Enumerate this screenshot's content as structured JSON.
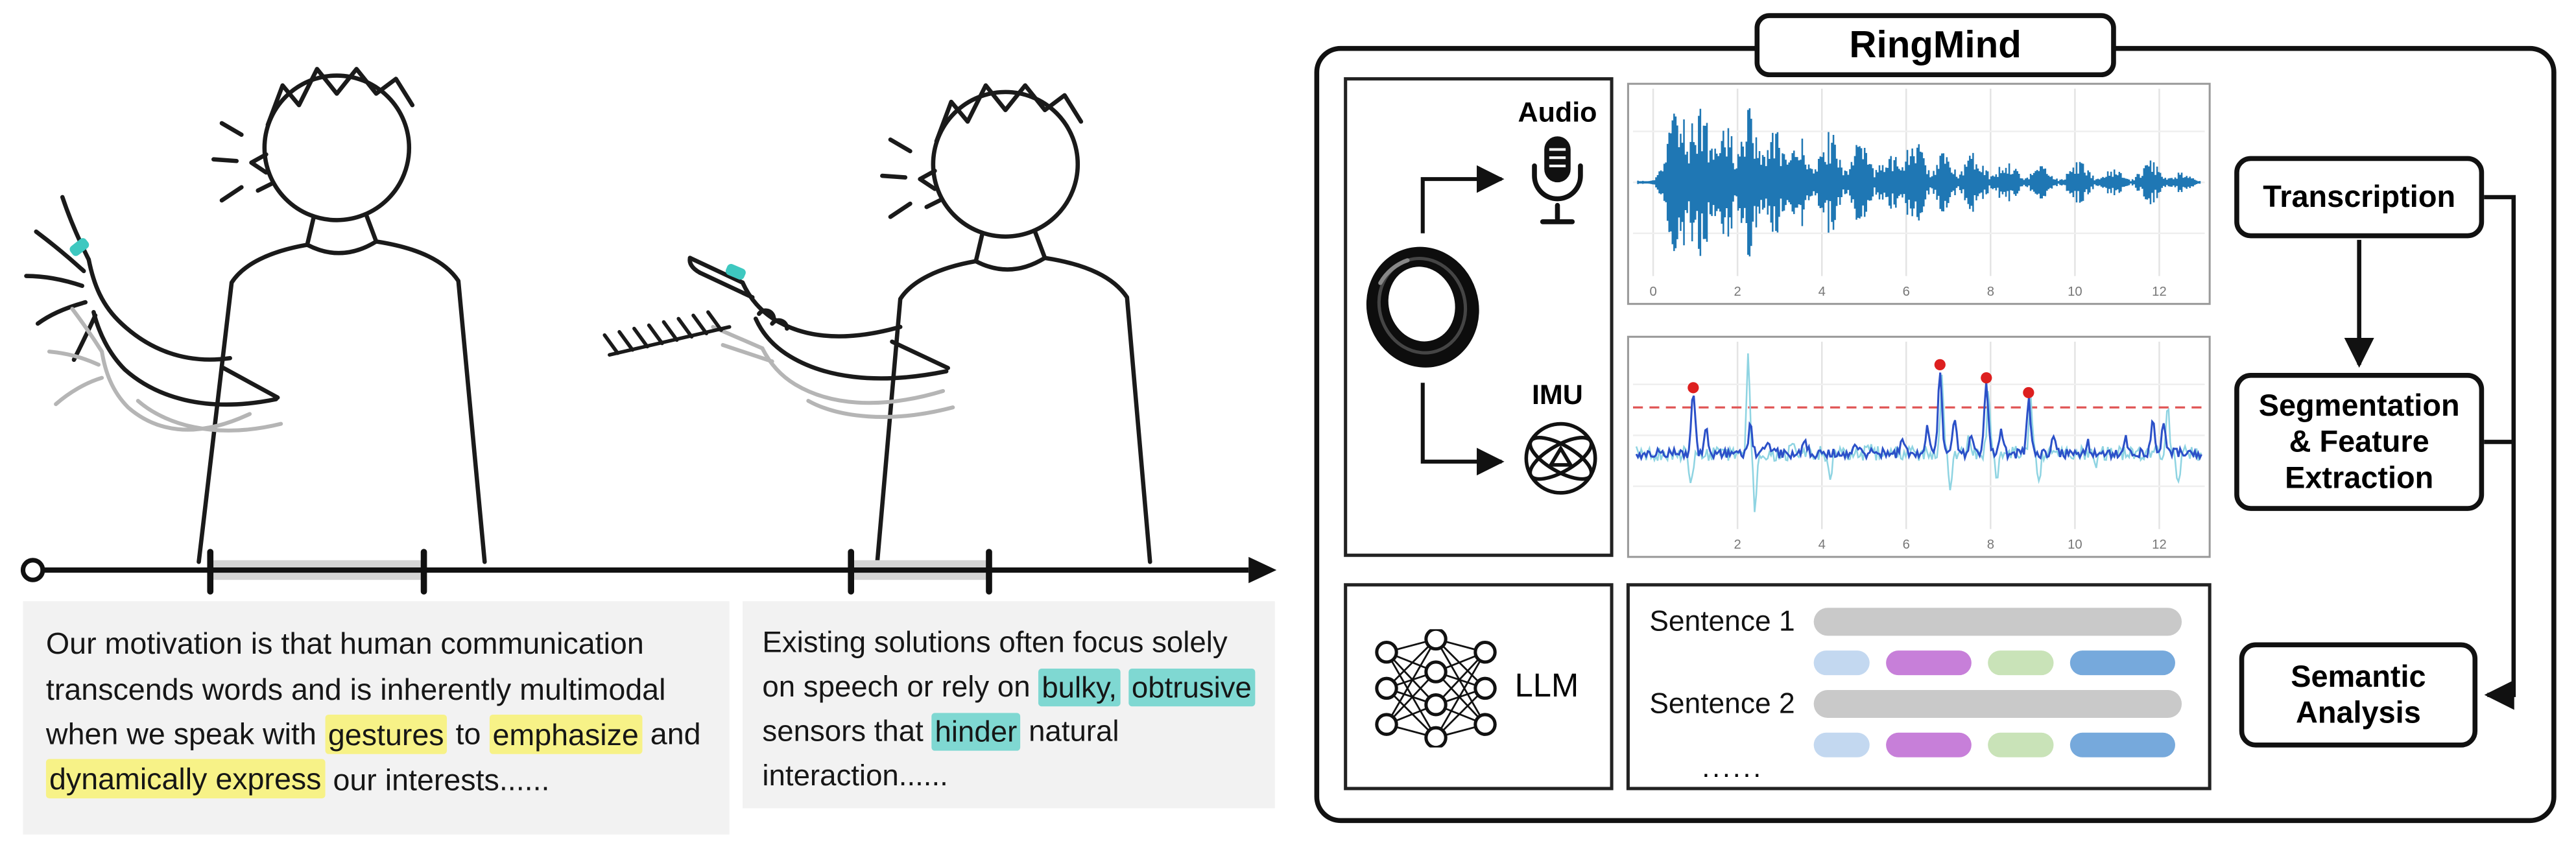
{
  "left": {
    "box1": {
      "segments": [
        {
          "text": "Our motivation is that human communication transcends words and is inherently multimodal when we speak with ",
          "highlight": null
        },
        {
          "text": "gestures",
          "highlight": "yellow"
        },
        {
          "text": " to ",
          "highlight": null
        },
        {
          "text": "emphasize",
          "highlight": "yellow"
        },
        {
          "text": " and ",
          "highlight": null
        },
        {
          "text": "dynamically express",
          "highlight": "yellow"
        },
        {
          "text": " our interests......",
          "highlight": null
        }
      ]
    },
    "box2": {
      "segments": [
        {
          "text": "Existing solutions often focus solely on speech or rely on ",
          "highlight": null
        },
        {
          "text": "bulky,",
          "highlight": "cyan"
        },
        {
          "text": " ",
          "highlight": null
        },
        {
          "text": "obtrusive",
          "highlight": "cyan"
        },
        {
          "text": " sensors that ",
          "highlight": null
        },
        {
          "text": "hinder",
          "highlight": "cyan"
        },
        {
          "text": " natural interaction......",
          "highlight": null
        }
      ]
    }
  },
  "ringmind": {
    "title": "RingMind",
    "sensor_panel": {
      "audio_label": "Audio",
      "imu_label": "IMU"
    },
    "llm_panel": {
      "label": "LLM"
    },
    "audio_plot": {
      "ticks": [
        0,
        2,
        4,
        6,
        8,
        10,
        12
      ],
      "tick_labels": [
        "0",
        "2",
        "4",
        "6",
        "8",
        "10",
        "12"
      ]
    },
    "imu_plot": {
      "ticks": [
        2,
        4,
        6,
        8,
        10,
        12
      ],
      "tick_labels": [
        "2",
        "4",
        "6",
        "8",
        "10",
        "12"
      ]
    },
    "sentence_panel": {
      "rows": [
        {
          "label": "Sentence 1"
        },
        {
          "label": "Sentence 2"
        }
      ],
      "ellipsis": "......",
      "chip_colors": [
        "chip_light_blue",
        "chip_purple",
        "chip_green",
        "chip_blue"
      ],
      "chip_widths": [
        34,
        52,
        40,
        64
      ]
    },
    "pipeline": {
      "transcription": {
        "lines": [
          "Transcription"
        ]
      },
      "segmentation": {
        "lines": [
          "Segmentation",
          "& Feature",
          "Extraction"
        ]
      },
      "semantic": {
        "lines": [
          "Semantic",
          "Analysis"
        ]
      }
    }
  },
  "colors": {
    "highlight_yellow": "#f7f287",
    "highlight_cyan": "#7fd8d2",
    "waveform_blue": "#1f77b4",
    "imu_blue": "#2b50c8",
    "imu_cyan": "#8fd4e2",
    "threshold_red": "#e05555",
    "marker_red": "#dd1f1f",
    "sentence_bar_gray": "#c9c9c9",
    "chip_light_blue": "#c3d8f0",
    "chip_purple": "#c77fd9",
    "chip_green": "#c9e3b8",
    "chip_blue": "#76a9dc",
    "ring_teal": "#3ec8c0"
  }
}
